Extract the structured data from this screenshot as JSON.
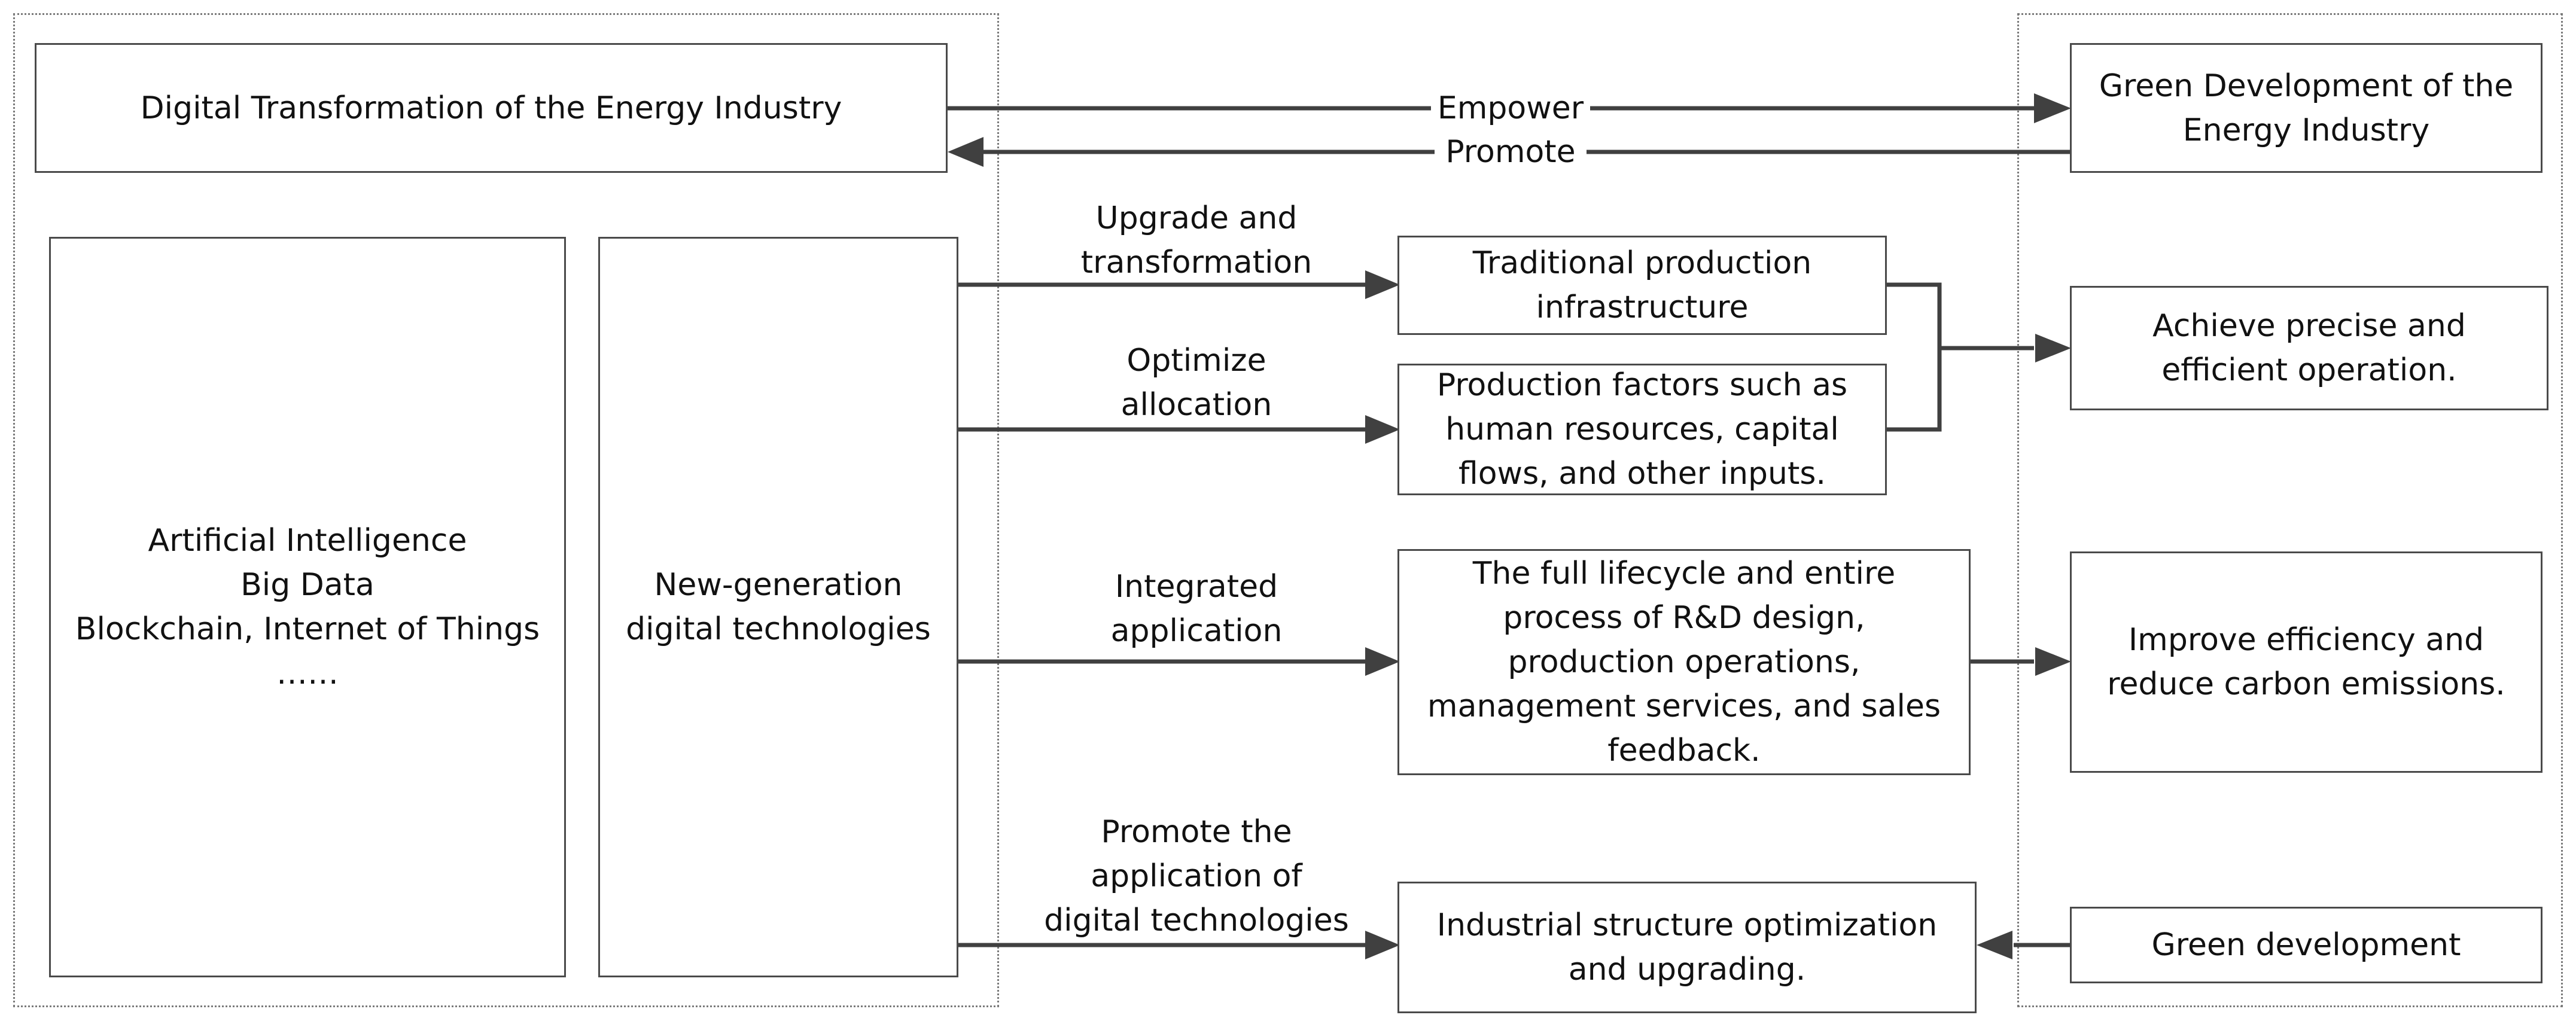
{
  "boxes": {
    "digital_transformation": "Digital Transformation of the Energy Industry",
    "green_development_industry": "Green Development of the\nEnergy Industry",
    "technologies_list": "Artificial Intelligence\nBig Data\nBlockchain, Internet of Things\n……",
    "new_generation": "New-generation\ndigital technologies",
    "traditional_infrastructure": "Traditional production\ninfrastructure",
    "production_factors": "Production factors such as\nhuman resources, capital\nflows, and other inputs.",
    "lifecycle": "The full lifecycle and entire\nprocess of R&D design,\nproduction operations,\nmanagement services, and sales\nfeedback.",
    "industrial_structure": "Industrial structure optimization\nand upgrading.",
    "precise_operation": "Achieve precise and\nefficient operation.",
    "improve_efficiency": "Improve efficiency and\nreduce carbon emissions.",
    "green_development": "Green development"
  },
  "labels": {
    "empower": "Empower",
    "promote": "Promote",
    "upgrade": "Upgrade and\ntransformation",
    "optimize": "Optimize\nallocation",
    "integrated": "Integrated\napplication",
    "promote_application": "Promote the\napplication of\ndigital technologies"
  },
  "colors": {
    "line": "#404040",
    "box_border": "#4a4a4a",
    "group_border": "#7a7a7a"
  }
}
